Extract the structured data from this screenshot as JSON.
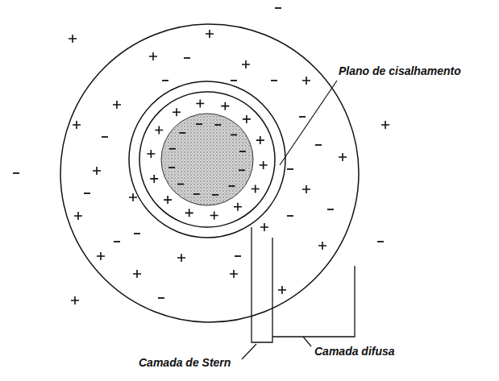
{
  "diagram": {
    "labels": [
      "Plano de cisalhamento",
      "Camada de Stern",
      "Camada difusa"
    ]
  }
}
